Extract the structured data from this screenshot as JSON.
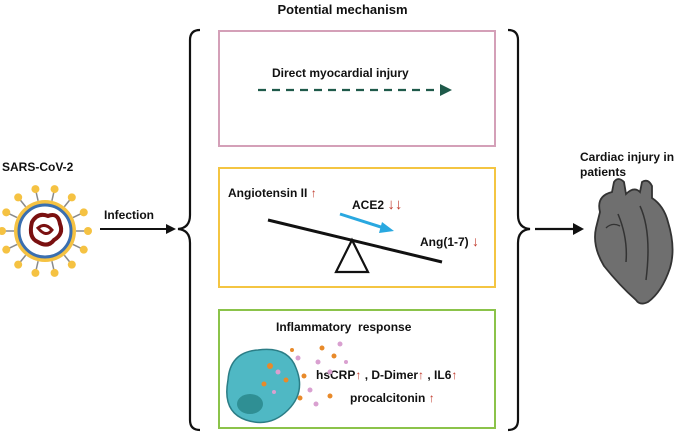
{
  "title": "Potential mechanism",
  "virus": {
    "label": "SARS-CoV-2"
  },
  "infection": {
    "label": "Infection"
  },
  "outcome": {
    "label_line1": "Cardiac injury in",
    "label_line2": "patients"
  },
  "box1": {
    "label": "Direct myocardial injury",
    "border_color": "#d4a0b8"
  },
  "box2": {
    "border_color": "#f4c542",
    "angiotensin": "Angiotensin II",
    "ace2": "ACE2",
    "ang17": "Ang(1-7)",
    "up_arrow": "↑",
    "down_arrow": "↓",
    "double_down": "↓↓"
  },
  "box3": {
    "border_color": "#8bc34a",
    "label": "Inflammatory  response",
    "hscrp": "hsCRP",
    "ddimer": ", D-Dimer",
    "il6": ", IL6",
    "pct": "procalcitonin",
    "up_arrow": "↑"
  },
  "colors": {
    "accent_red": "#c0392b",
    "ace2_arrow": "#29a8e0",
    "dash_arrow": "#1f5a4a",
    "heart": "#6f6f6f"
  }
}
